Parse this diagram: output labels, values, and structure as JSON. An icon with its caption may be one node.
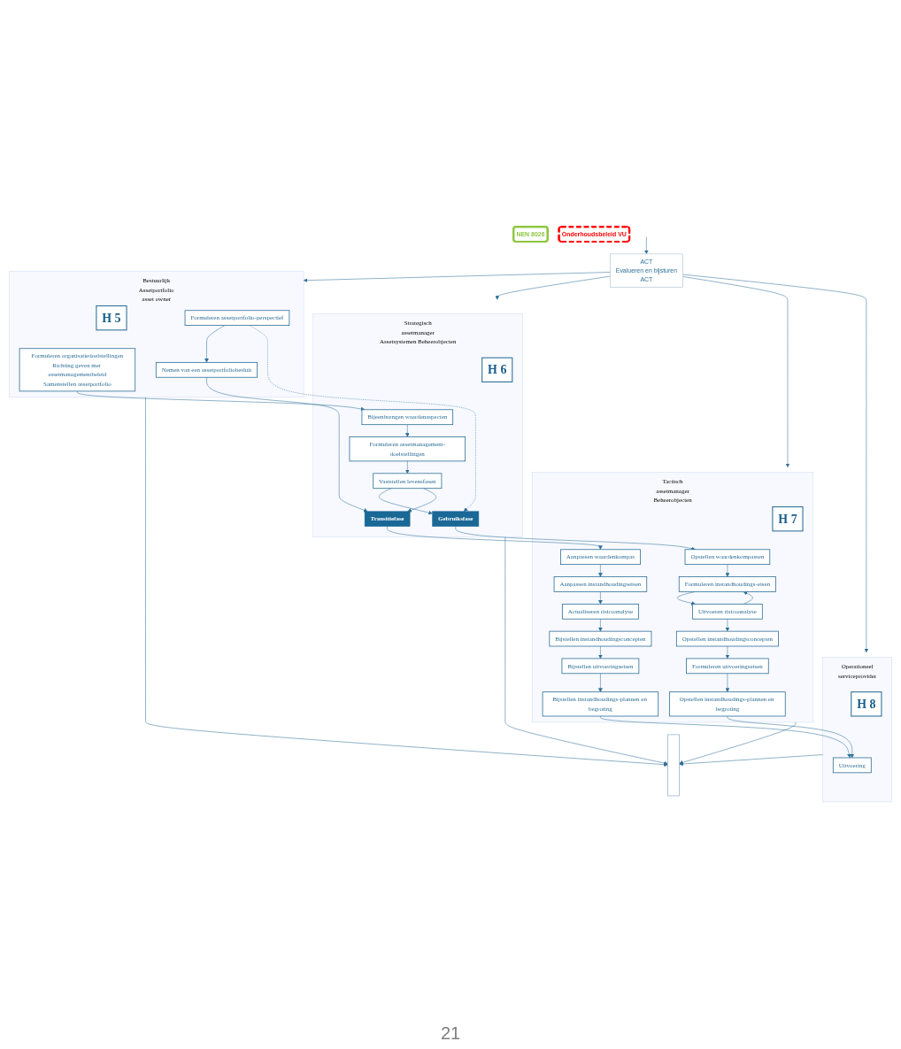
{
  "diagram": {
    "nodes": [
      {
        "text": [
          "ACT",
          "Evalueren en bijsturen",
          "ACT"
        ]
      },
      {
        "text": [
          "Bestuurlijk",
          "Assetportfolio",
          "asset owner"
        ]
      },
      {
        "text": [
          "H 5"
        ],
        "in": 1
      },
      {
        "text": [
          "Formuleren organisatiedoelstellingen",
          "Richting geven met assetmanagementbeleid",
          "Samenstellen assetportfolio"
        ],
        "in": 1
      },
      {
        "text": [
          "Formuleren assetportfolio-perspectief"
        ],
        "in": 1
      },
      {
        "text": [
          "Nemen van een assetportfoliobesluit"
        ],
        "in": 1
      },
      {
        "text": [
          "Strategisch",
          "assetmanager",
          "Assetsystemen Beheerobjecten"
        ]
      },
      {
        "text": [
          "H 6"
        ],
        "in": 6
      },
      {
        "text": [
          "Bijeenbrengen waardenaspecten"
        ],
        "in": 6
      },
      {
        "text": [
          "Formuleren assetmanagement-doelstellingen"
        ],
        "in": 6
      },
      {
        "text": [
          "Vaststellen levensfasen"
        ],
        "in": 6
      },
      {
        "text": [
          "Gebruiksfase"
        ],
        "in": 6
      },
      {
        "text": [
          "Transitiefase"
        ],
        "in": 6
      },
      {
        "text": [
          "NEN 8026"
        ]
      },
      {
        "text": [
          "Tactisch",
          "assetmanager",
          "Beheerobjecten"
        ]
      },
      {
        "text": [
          "H 7"
        ],
        "in": 14
      },
      {
        "text": [
          "Opstellen waardenkompassen"
        ],
        "in": 14
      },
      {
        "text": [
          "Aanpassen waardenkompas"
        ],
        "in": 14
      },
      {
        "text": [
          "Formuleren instandhoudings-eisen"
        ],
        "in": 14
      },
      {
        "text": [
          "Aanpassen instandhoudingseisen"
        ],
        "in": 14
      },
      {
        "text": [
          "Uitvoeren risicoanalyse"
        ],
        "in": 14
      },
      {
        "text": [
          "Actualiseren risicoanalyse"
        ],
        "in": 14
      },
      {
        "text": [
          "Opstellen instandhoudingsconcepten"
        ],
        "in": 14
      },
      {
        "text": [
          "Bijstellen instandhoudingsconcepten"
        ],
        "in": 14
      },
      {
        "text": [
          "Formuleren uitvoeringseisen"
        ],
        "in": 14
      },
      {
        "text": [
          "Bijstellen uitvoeringseisen"
        ],
        "in": 14
      },
      {
        "text": [
          "Opstellen instandhoudings-plannen en begroting"
        ],
        "in": 14
      },
      {
        "text": [
          "Bijstellen instandhoudings-plannen en begroting"
        ],
        "in": 14
      },
      {
        "text": [
          "Onderhoudsbeleid VU"
        ]
      },
      {
        "text": [
          "Operationeel",
          "serviceprovider"
        ]
      },
      {
        "text": [
          "H 8"
        ],
        "in": 29
      },
      {
        "text": [
          "Uitvoering"
        ],
        "in": 29
      },
      {
        "text": [],
        "shape": "bar"
      }
    ],
    "edges": [
      {
        "from": 0,
        "to": 1,
        "arrow": "to"
      },
      {
        "from": 0,
        "to": 6,
        "arrow": "to"
      },
      {
        "from": 0,
        "to": 14,
        "arrow": "to"
      },
      {
        "from": 0,
        "to": 29,
        "arrow": "to"
      },
      {
        "from": 1,
        "to": 32,
        "arrow": "to"
      },
      {
        "from": 6,
        "to": 32,
        "arrow": "to"
      },
      {
        "from": 14,
        "to": 32,
        "arrow": "to"
      },
      {
        "from": 29,
        "to": 32,
        "arrow": "to"
      },
      {
        "from": null,
        "to": 0,
        "arrow": "to"
      },
      {
        "from": 3,
        "to": 8,
        "arrow": "to"
      },
      {
        "from": 4,
        "to": 5,
        "arrow": "to"
      },
      {
        "from": 4,
        "to": 11,
        "arrow": "to",
        "style": "dashed"
      },
      {
        "from": 5,
        "to": 12,
        "arrow": "to"
      },
      {
        "from": 8,
        "to": 9,
        "arrow": "to"
      },
      {
        "from": 9,
        "to": 10,
        "arrow": "to"
      },
      {
        "from": 10,
        "to": 11,
        "arrow": "to"
      },
      {
        "from": 10,
        "to": 12,
        "arrow": "to"
      },
      {
        "from": 11,
        "to": 16,
        "arrow": "to"
      },
      {
        "from": 12,
        "to": 17,
        "arrow": "to"
      },
      {
        "from": 16,
        "to": 18,
        "arrow": "to"
      },
      {
        "from": 18,
        "to": 20,
        "arrow": "to"
      },
      {
        "from": 20,
        "to": 18,
        "arrow": "to"
      },
      {
        "from": 20,
        "to": 22,
        "arrow": "to"
      },
      {
        "from": 22,
        "to": 24,
        "arrow": "to"
      },
      {
        "from": 24,
        "to": 26,
        "arrow": "to"
      },
      {
        "from": 26,
        "to": 31,
        "arrow": "to"
      },
      {
        "from": 17,
        "to": 19,
        "arrow": "to"
      },
      {
        "from": 19,
        "to": 21,
        "arrow": "to"
      },
      {
        "from": 21,
        "to": 23,
        "arrow": "to"
      },
      {
        "from": 23,
        "to": 25,
        "arrow": "to"
      },
      {
        "from": 25,
        "to": 27,
        "arrow": "to"
      },
      {
        "from": 27,
        "to": 31,
        "arrow": "to"
      }
    ],
    "labels": [
      "21"
    ]
  }
}
